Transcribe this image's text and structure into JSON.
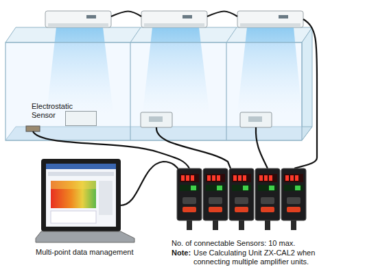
{
  "diagram": {
    "nodes": [
      {
        "text": [
          "Electrostatic Sensor"
        ]
      },
      {
        "text": [
          "Multi-point data management"
        ]
      }
    ],
    "labels": [
      "No. of connectable Sensors: 10 max.",
      "Note:",
      "Use Calculating Unit ZX-CAL2 when connecting multiple amplifier units."
    ]
  }
}
